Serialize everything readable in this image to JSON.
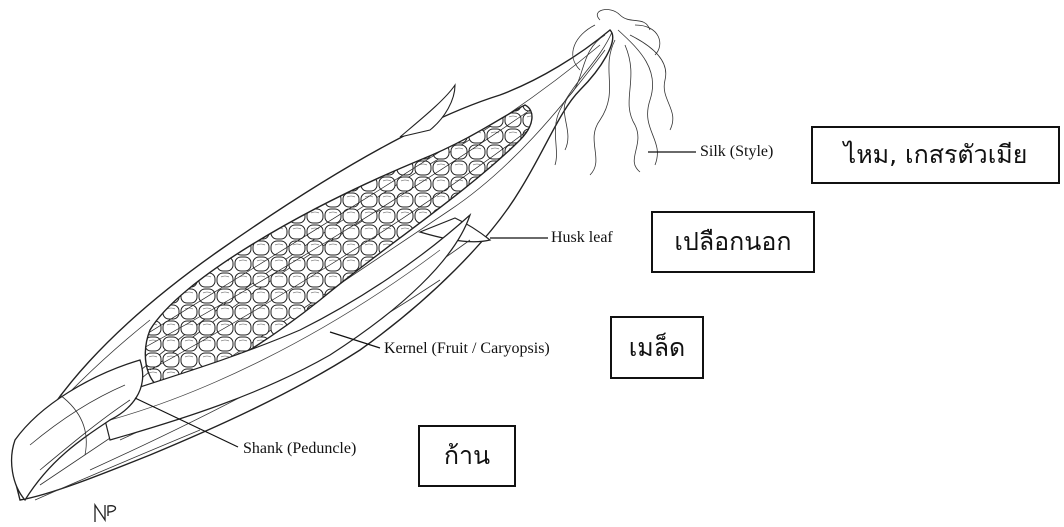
{
  "labels": {
    "silk": "Silk (Style)",
    "husk": "Husk leaf",
    "kernel": "Kernel (Fruit / Caryopsis)",
    "shank": "Shank (Peduncle)"
  },
  "translations": {
    "silk": "ไหม, เกสรตัวเมีย",
    "husk": "เปลือกนอก",
    "kernel": "เมล็ด",
    "shank": "ก้าน"
  },
  "signature": "NP",
  "colors": {
    "ink": "#111111",
    "background": "#ffffff"
  }
}
